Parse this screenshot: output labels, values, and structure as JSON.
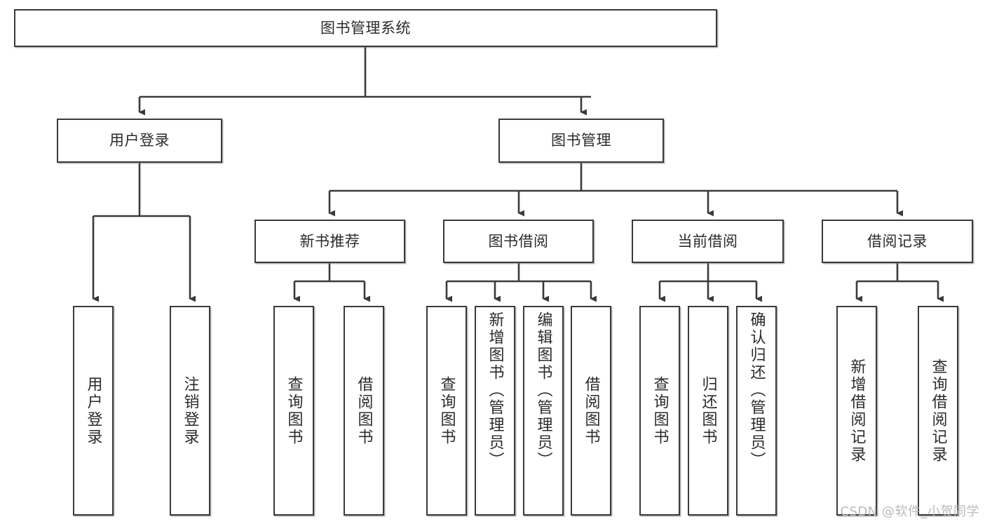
{
  "diagram": {
    "title": "图书管理系统",
    "type": "tree-hierarchy",
    "watermark": "CSDN @软件_小贺同学",
    "colors": {
      "box_border": "#3a3a3a",
      "box_fill": "#ffffff",
      "connector": "#3a3a3a",
      "text": "#2b2b2b",
      "watermark": "#b9b9b9"
    },
    "root": {
      "id": "root",
      "label": "图书管理系统"
    },
    "level2": [
      {
        "id": "n-user-login",
        "label": "用户登录"
      },
      {
        "id": "n-book-mgmt",
        "label": "图书管理"
      }
    ],
    "level3": [
      {
        "id": "n-new-book-rec",
        "label": "新书推荐"
      },
      {
        "id": "n-book-borrow",
        "label": "图书借阅"
      },
      {
        "id": "n-current-borrow",
        "label": "当前借阅"
      },
      {
        "id": "n-borrow-record",
        "label": "借阅记录"
      }
    ],
    "leaves": {
      "user_login": [
        {
          "id": "l-user-login",
          "label": "用户登录"
        },
        {
          "id": "l-user-logout",
          "label": "注销登录"
        }
      ],
      "new_book_rec": [
        {
          "id": "l-query-book-1",
          "label": "查询图书"
        },
        {
          "id": "l-borrow-book-1",
          "label": "借阅图书"
        }
      ],
      "book_borrow": [
        {
          "id": "l-query-book-2",
          "label": "查询图书"
        },
        {
          "id": "l-add-book",
          "label": "新增图书（管理员）"
        },
        {
          "id": "l-edit-book",
          "label": "编辑图书（管理员）"
        },
        {
          "id": "l-borrow-book-2",
          "label": "借阅图书"
        }
      ],
      "current_borrow": [
        {
          "id": "l-query-book-3",
          "label": "查询图书"
        },
        {
          "id": "l-return-book",
          "label": "归还图书"
        },
        {
          "id": "l-confirm-return",
          "label": "确认归还（管理员）"
        }
      ],
      "borrow_record": [
        {
          "id": "l-add-record",
          "label": "新增借阅记录"
        },
        {
          "id": "l-query-record",
          "label": "查询借阅记录"
        }
      ]
    }
  }
}
